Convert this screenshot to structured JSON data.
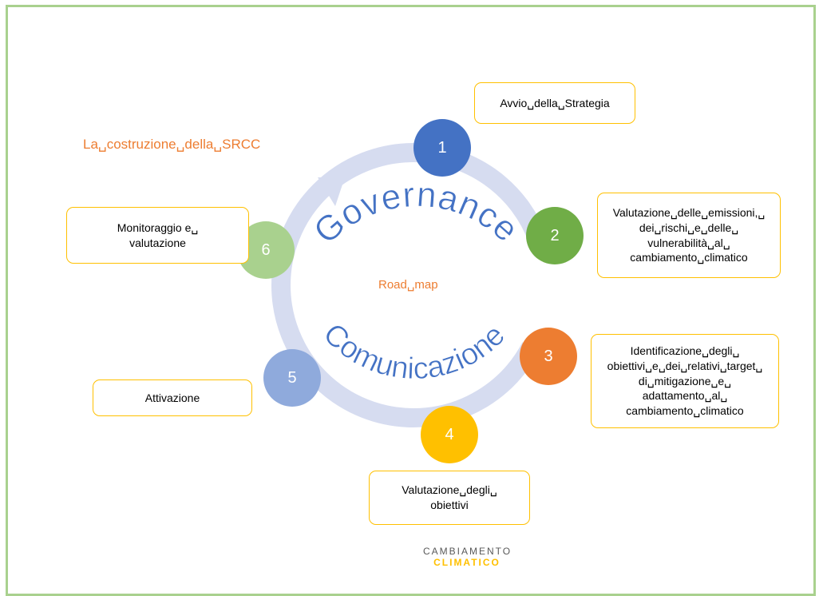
{
  "title": "La␣costruzione␣della␣SRCC",
  "center_label": "Road␣map",
  "arc_top_label": "Governance",
  "arc_bottom_label": "Comunicazione",
  "steps": [
    {
      "number": "1",
      "color": "#4472c4",
      "lines": [
        "Avvio␣della␣Strategia"
      ]
    },
    {
      "number": "2",
      "color": "#70ad47",
      "lines": [
        "Valutazione␣delle␣emissioni,␣",
        "dei␣rischi␣e␣delle␣",
        "vulnerabilità␣al␣",
        "cambiamento␣climatico"
      ]
    },
    {
      "number": "3",
      "color": "#ed7d31",
      "lines": [
        "Identificazione␣degli␣",
        "obiettivi␣e␣dei␣relativi␣target␣",
        "di␣mitigazione␣e␣",
        "adattamento␣al␣",
        "cambiamento␣climatico"
      ]
    },
    {
      "number": "4",
      "color": "#ffc000",
      "lines": [
        "Valutazione␣degli␣",
        "obiettivi"
      ]
    },
    {
      "number": "5",
      "color": "#8faadc",
      "lines": [
        "Attivazione"
      ]
    },
    {
      "number": "6",
      "color": "#a9d18e",
      "lines": [
        "Monitoraggio e␣",
        "valutazione"
      ]
    }
  ],
  "logo": {
    "line1": "CAMBIAMENTO",
    "line2": "CLIMATICO"
  },
  "colors": {
    "ring": "#d6dcf0",
    "box_border": "#ffc000",
    "arc_text": "#4472c4",
    "title": "#ed7d31",
    "frame": "#a9d18e"
  }
}
